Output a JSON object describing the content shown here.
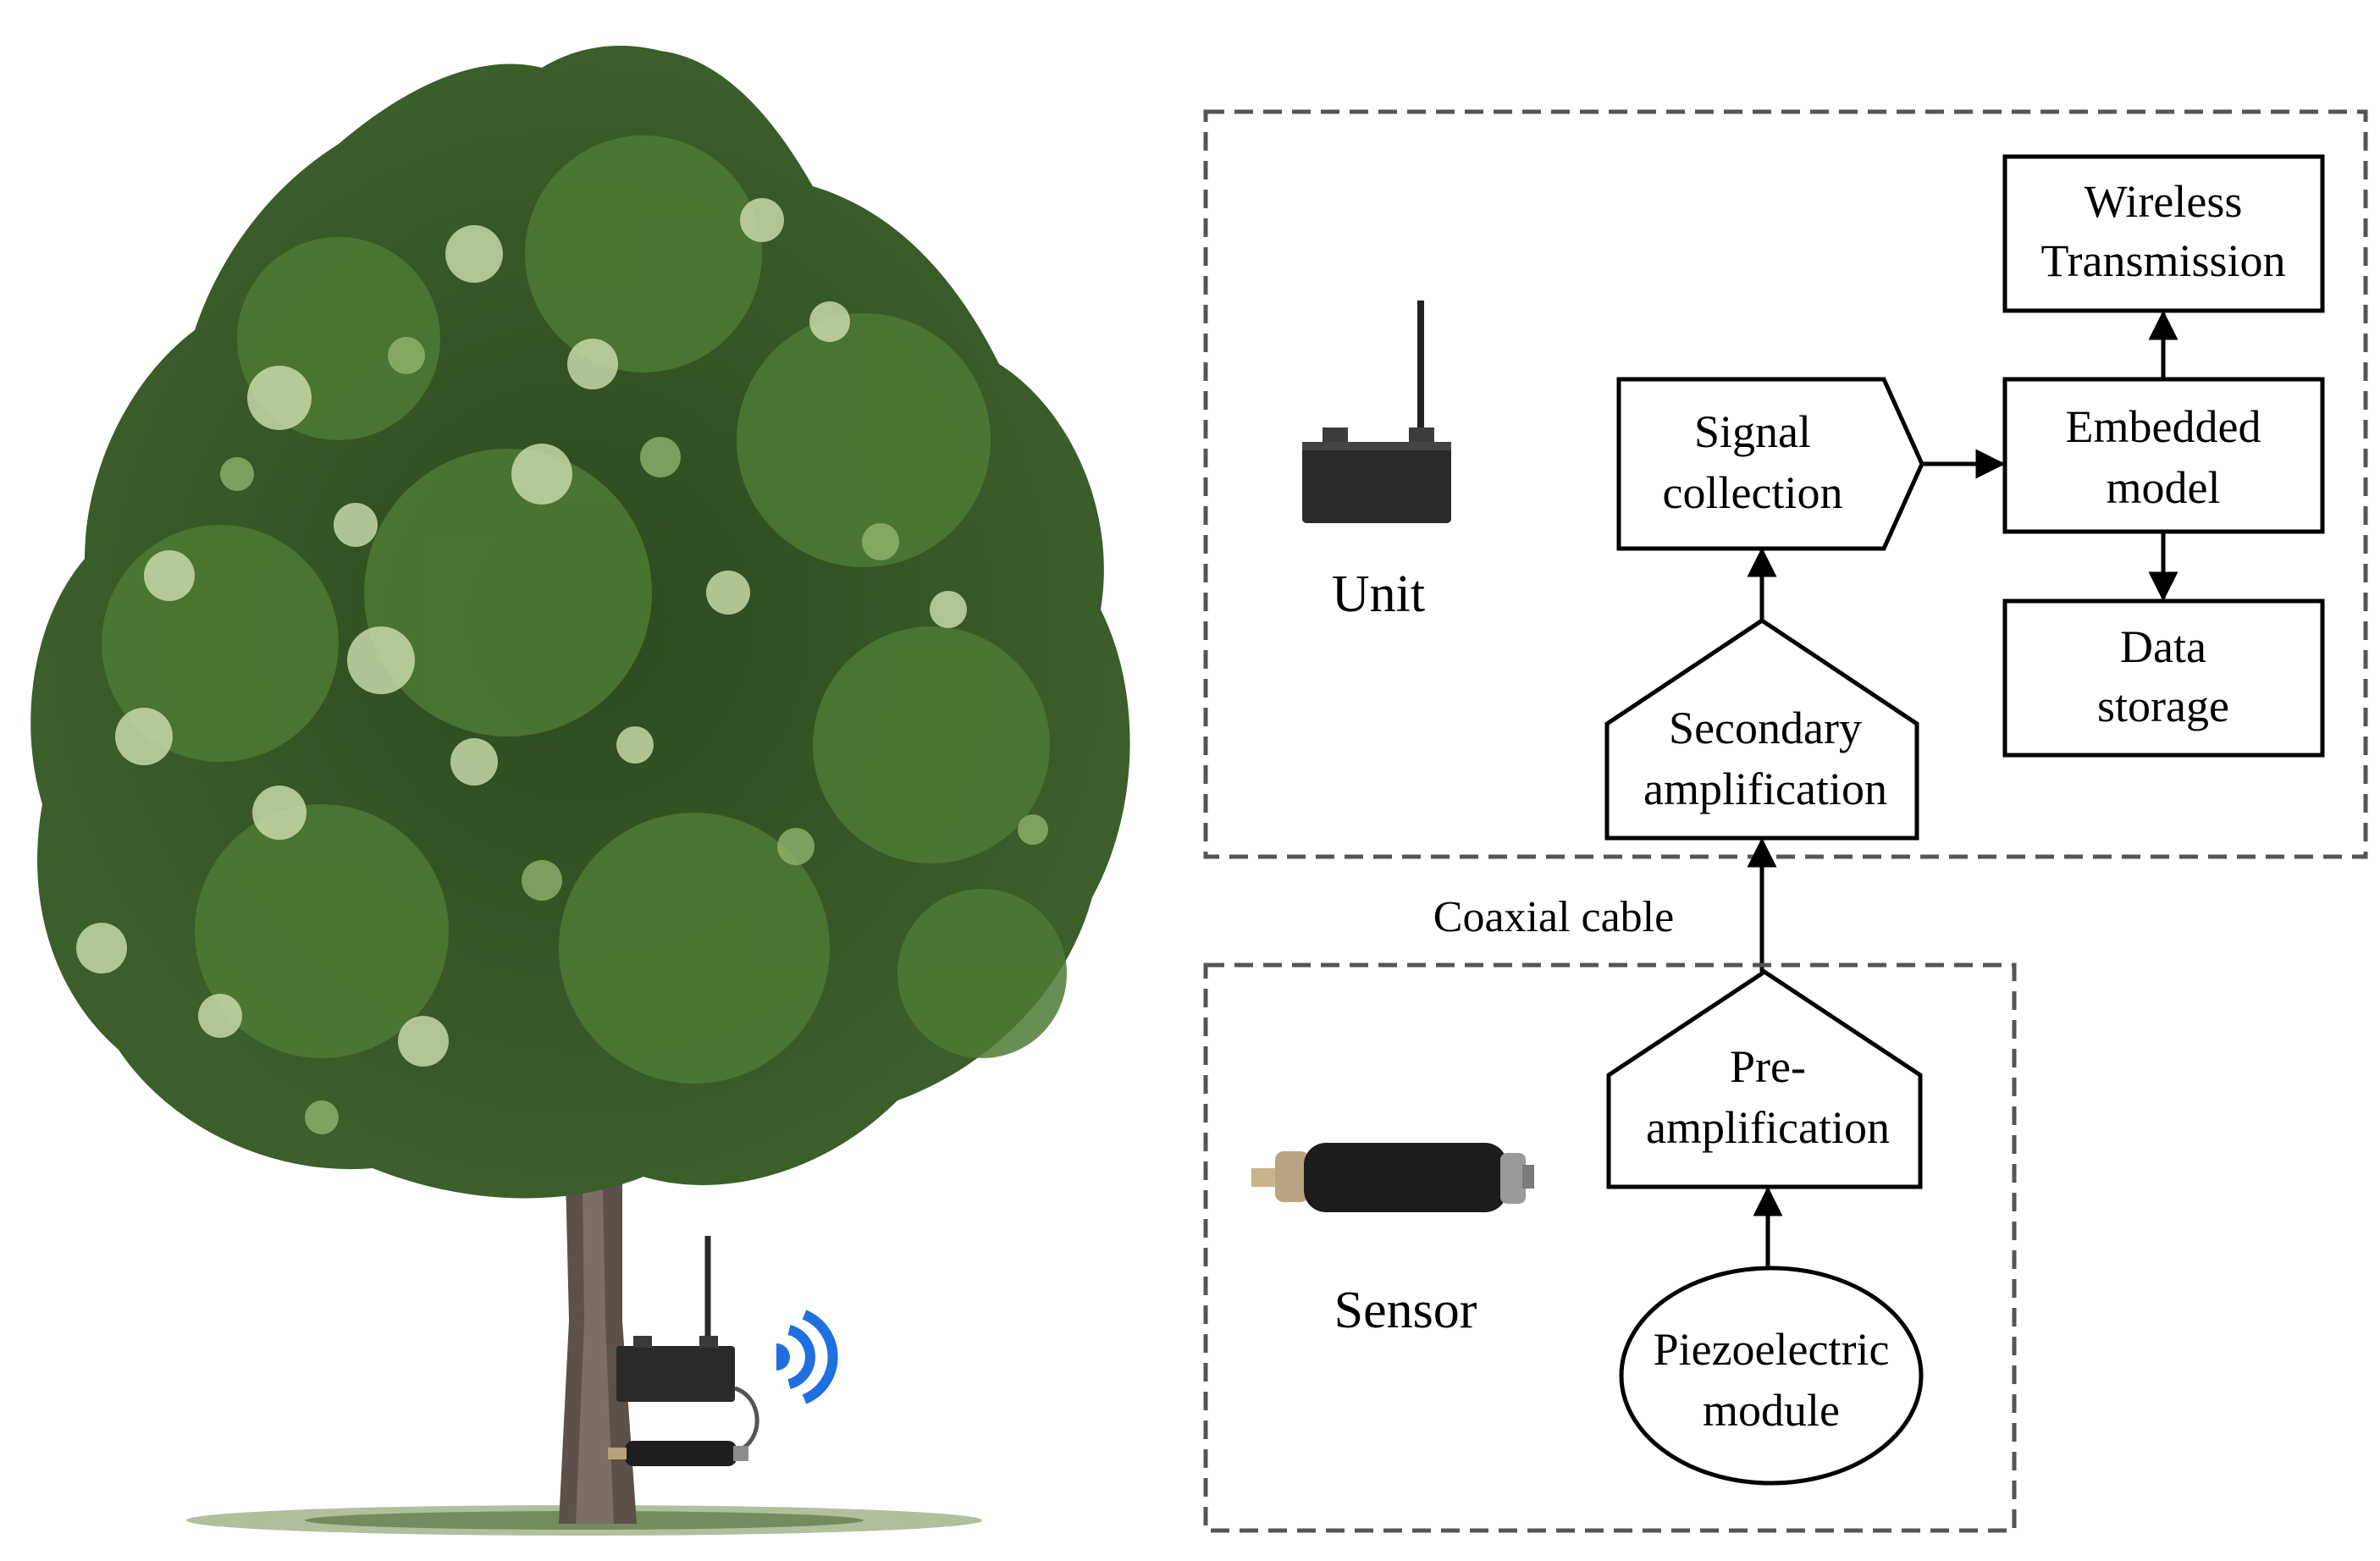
{
  "diagram": {
    "unit_group": {
      "label": "Unit",
      "blocks": {
        "signal_collection": [
          "Signal",
          "collection"
        ],
        "secondary_amplification": [
          "Secondary",
          "amplification"
        ],
        "embedded_model": [
          "Embedded",
          "model"
        ],
        "wireless_transmission": [
          "Wireless",
          "Transmission"
        ],
        "data_storage": [
          "Data",
          "storage"
        ]
      }
    },
    "connector_label": "Coaxial cable",
    "sensor_group": {
      "label": "Sensor",
      "blocks": {
        "pre_amplification": [
          "Pre-",
          "amplification"
        ],
        "piezoelectric_module": [
          "Piezoelectric",
          "module"
        ]
      }
    }
  },
  "colors": {
    "wifi_signal": "#1f6fe0",
    "foliage_dark": "#2f4a22",
    "foliage_light": "#cfe0b0",
    "device_body": "#2a2a2a"
  },
  "icons": [
    "tree-illustration",
    "unit-device-icon",
    "sensor-device-icon",
    "wifi-signal-icon"
  ]
}
